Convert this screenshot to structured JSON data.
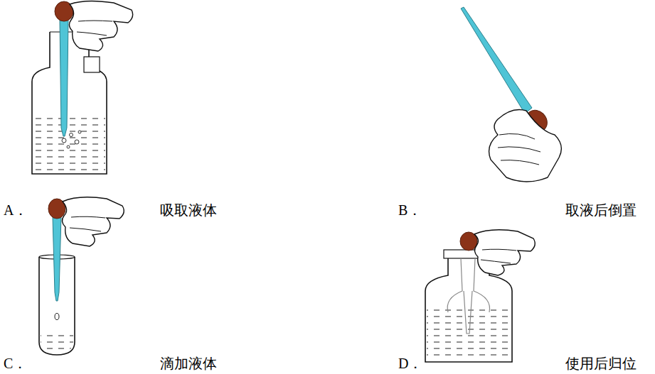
{
  "diagram": {
    "labels": [
      "A．",
      "吸取液体",
      "B．",
      "取液后倒置",
      "C．",
      "滴加液体",
      "D．",
      "使用后归位"
    ]
  }
}
